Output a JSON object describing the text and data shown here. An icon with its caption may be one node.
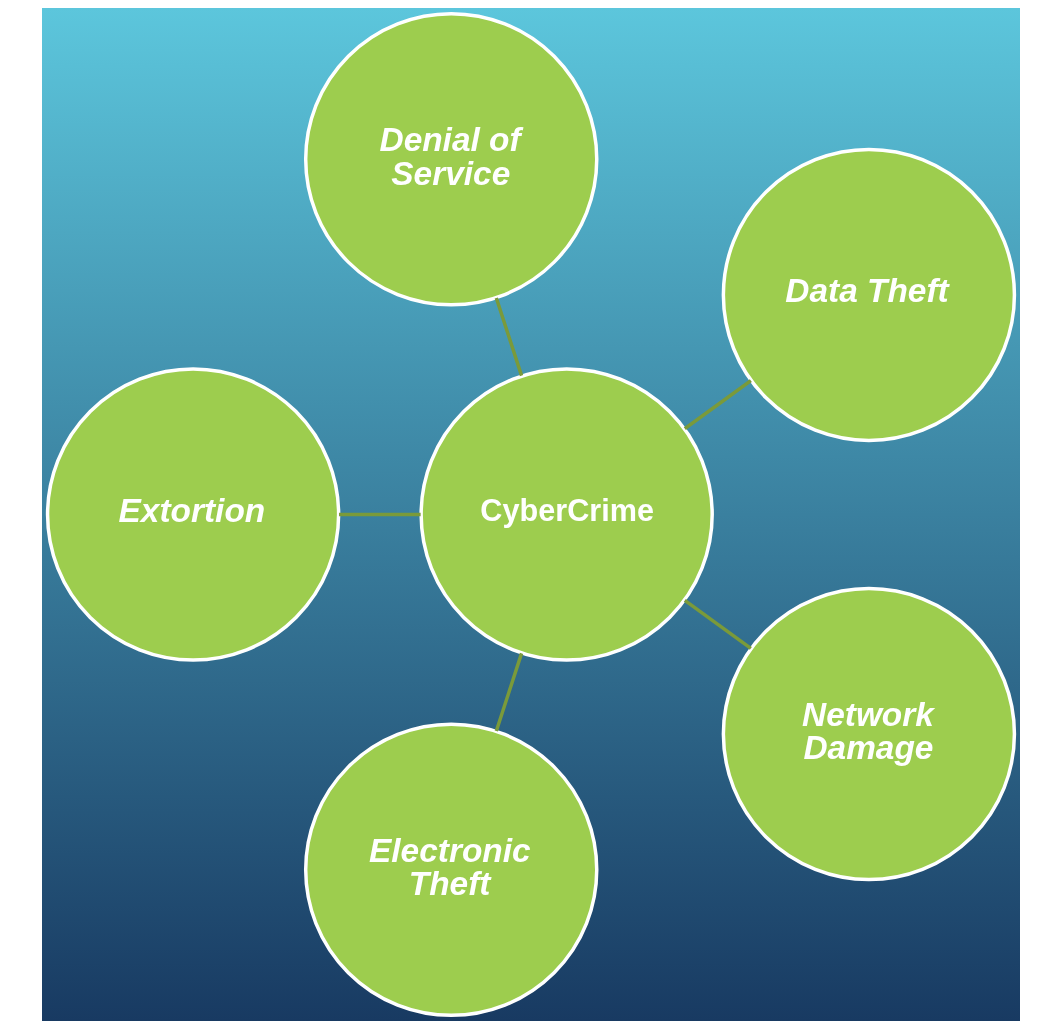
{
  "diagram": {
    "nodes": [
      {
        "text": [
          "Data Theft"
        ]
      },
      {
        "text": [
          "Denial of Service"
        ]
      },
      {
        "text": [
          "Extortion"
        ]
      },
      {
        "text": [
          "CyberCrime"
        ]
      },
      {
        "text": [
          "Electronic Theft"
        ]
      },
      {
        "text": [
          "Network Damage"
        ]
      }
    ],
    "edges": [
      {
        "from": 3,
        "to": 0,
        "arrow": "none"
      },
      {
        "from": 3,
        "to": 1,
        "arrow": "none"
      },
      {
        "from": 3,
        "to": 2,
        "arrow": "none"
      },
      {
        "from": 3,
        "to": 4,
        "arrow": "none"
      },
      {
        "from": 3,
        "to": 5,
        "arrow": "none"
      }
    ]
  }
}
